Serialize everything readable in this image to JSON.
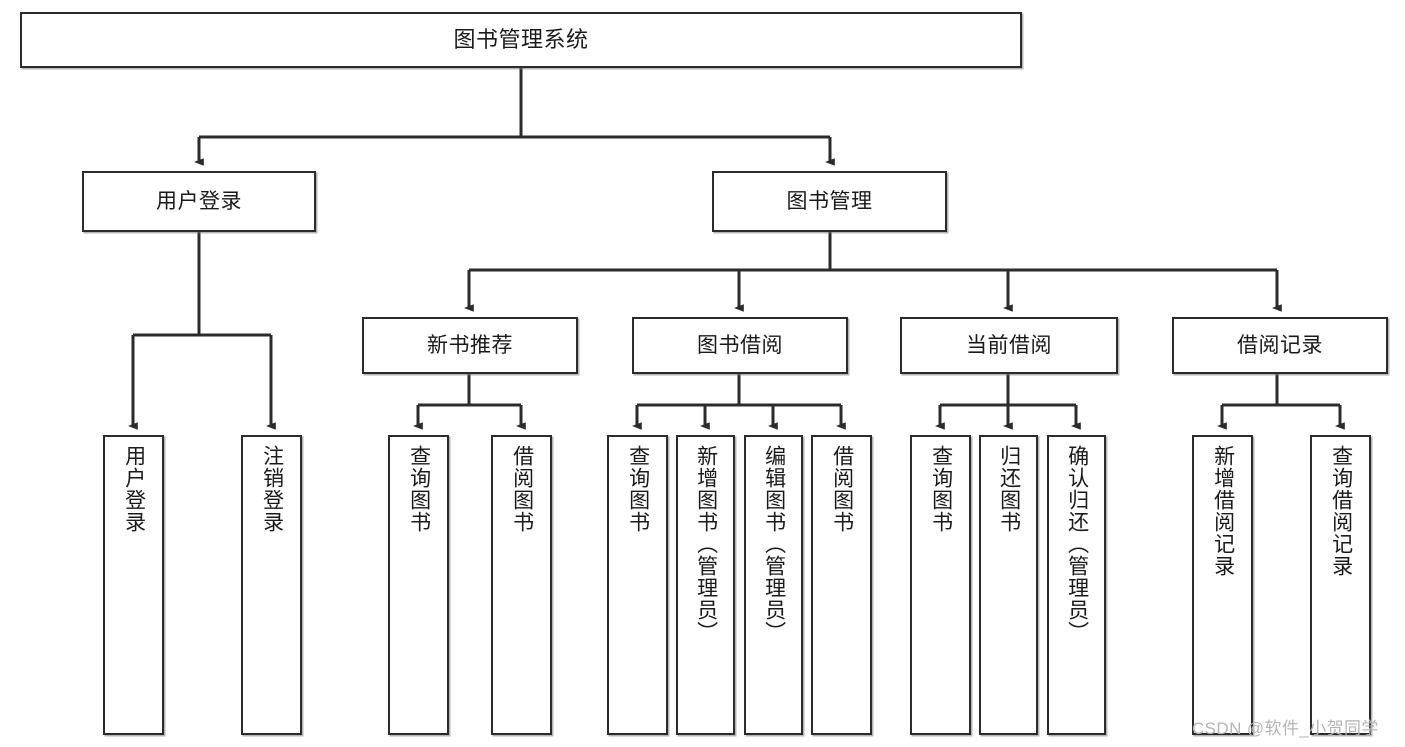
{
  "diagram": {
    "title": "图书管理系统",
    "type": "tree-hierarchy",
    "watermark": "CSDN @软件_小贺同学",
    "colors": {
      "box_border": "#2b2b2b",
      "box_fill": "#ffffff",
      "connector": "#2b2b2b",
      "text": "#1a1a1a",
      "watermark": "#b4b4b4",
      "background": "#ffffff"
    },
    "root": {
      "label": "图书管理系统"
    },
    "level1": [
      {
        "label": "用户登录"
      },
      {
        "label": "图书管理"
      }
    ],
    "level2": [
      {
        "label": "新书推荐"
      },
      {
        "label": "图书借阅"
      },
      {
        "label": "当前借阅"
      },
      {
        "label": "借阅记录"
      }
    ],
    "leaves": {
      "user_login": [
        {
          "label": "用户登录"
        },
        {
          "label": "注销登录"
        }
      ],
      "new_book_recommend": [
        {
          "label": "查询图书"
        },
        {
          "label": "借阅图书"
        }
      ],
      "book_borrow": [
        {
          "label": "查询图书"
        },
        {
          "label": "新增图书（管理员）"
        },
        {
          "label": "编辑图书（管理员）"
        },
        {
          "label": "借阅图书"
        }
      ],
      "current_borrow": [
        {
          "label": "查询图书"
        },
        {
          "label": "归还图书"
        },
        {
          "label": "确认归还（管理员）"
        }
      ],
      "borrow_record": [
        {
          "label": "新增借阅记录"
        },
        {
          "label": "查询借阅记录"
        }
      ]
    }
  }
}
